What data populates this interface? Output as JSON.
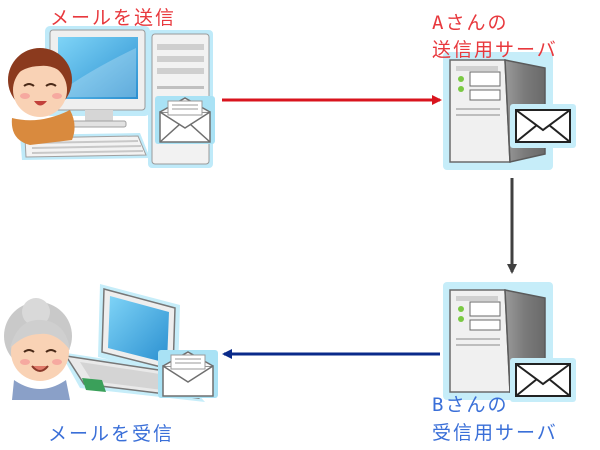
{
  "labels": {
    "sender_action": "メールを送信",
    "server_a_line1": "Aさんの",
    "server_a_line2": "送信用サーバ",
    "server_b_line1": "Bさんの",
    "server_b_line2": "受信用サーバ",
    "receiver_action": "メールを受信"
  },
  "colors": {
    "send_arrow": "#d9141e",
    "relay_arrow": "#404040",
    "receive_arrow": "#0a2a8a",
    "red_text": "#e8383d",
    "blue_text": "#3a6fd8"
  },
  "icons": {
    "sender": "woman-at-desktop-computer",
    "server_a": "tower-server-with-envelope",
    "server_b": "tower-server-with-envelope",
    "receiver": "elderly-woman-at-laptop"
  }
}
